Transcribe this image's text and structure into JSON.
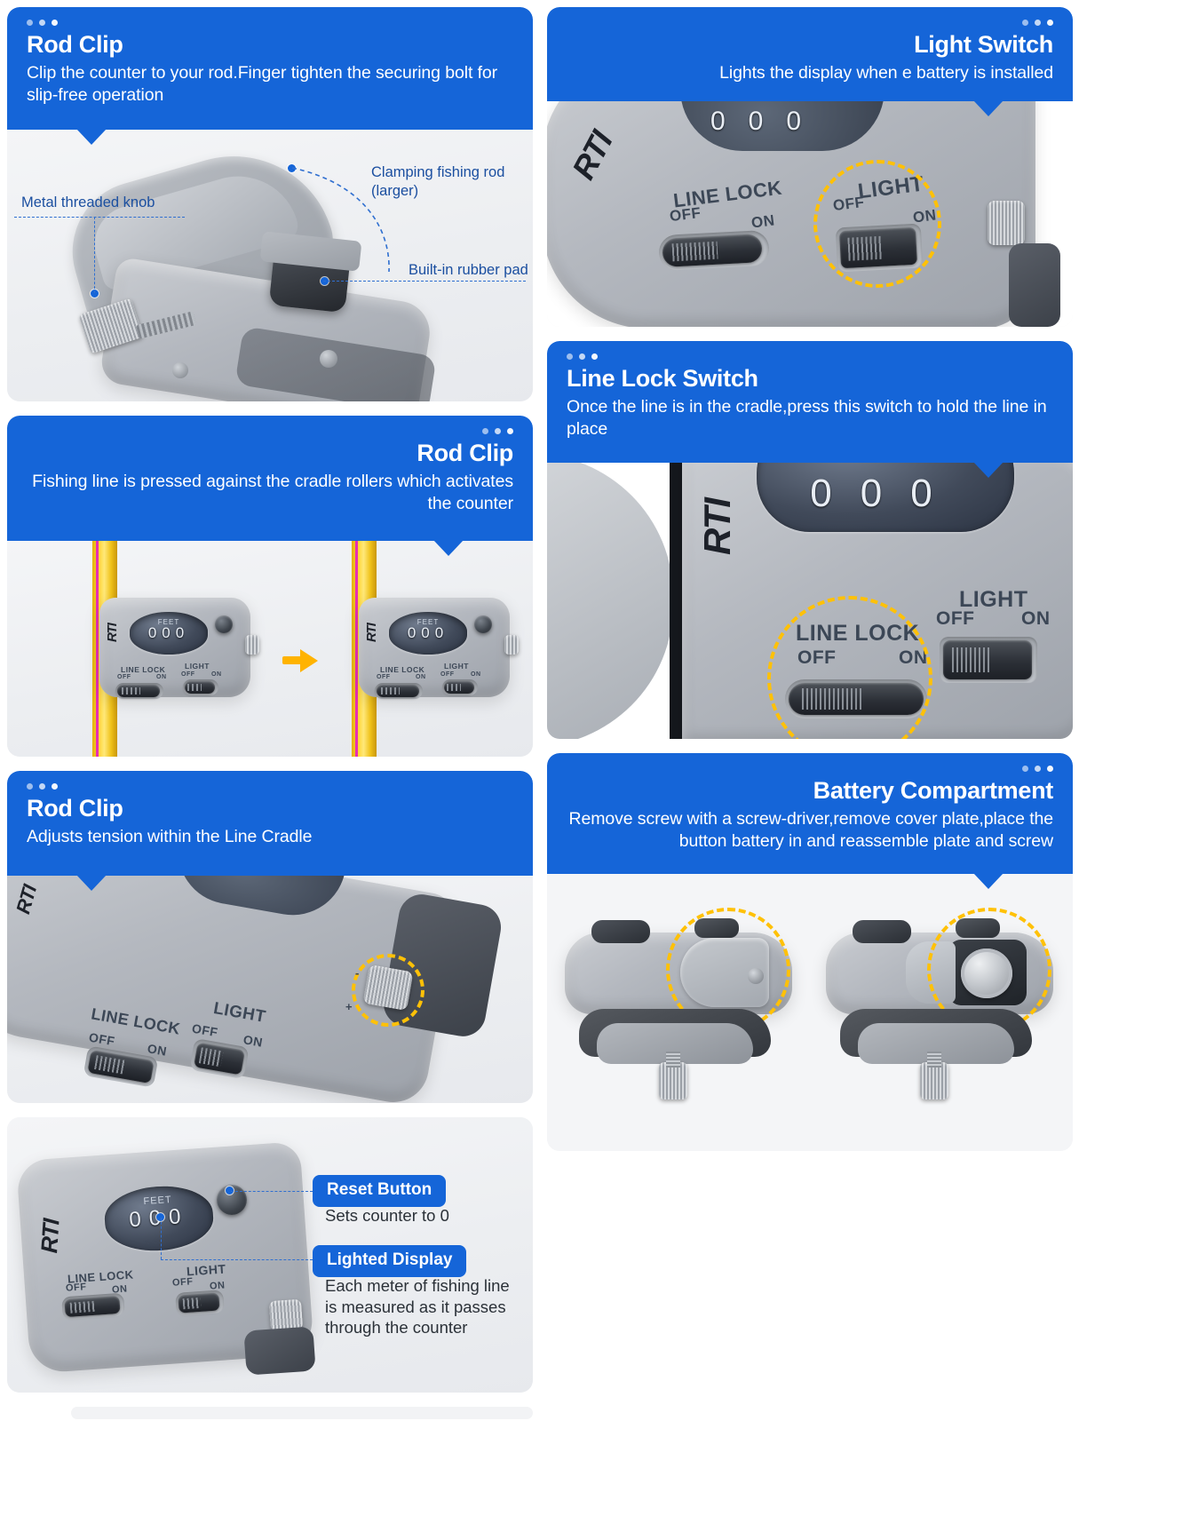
{
  "panels": {
    "rod_clip_1": {
      "title": "Rod Clip",
      "desc": "Clip the counter to your rod.Finger tighten the securing bolt for slip-free operation",
      "callouts": {
        "knob": "Metal threaded knob",
        "clamp": "Clamping fishing rod\n(larger)",
        "pad": "Built-in rubber pad"
      }
    },
    "light_switch": {
      "title": "Light Switch",
      "desc": "Lights the display when e battery is installed",
      "device_labels": {
        "line_lock": "LINE LOCK",
        "line_lock_off": "OFF",
        "line_lock_on": "ON",
        "light": "LIGHT",
        "light_off": "OFF",
        "light_on": "ON"
      }
    },
    "rod_clip_2": {
      "title": "Rod Clip",
      "desc": "Fishing line is pressed against the cradle rollers which activates the counter",
      "device_labels": {
        "feet": "FEET",
        "digits": "000",
        "line_lock": "LINE LOCK",
        "off": "OFF",
        "on": "ON",
        "light": "LIGHT",
        "rti": "RTI"
      }
    },
    "line_lock_switch": {
      "title": "Line Lock Switch",
      "desc": "Once the line is in the cradle,press this switch to hold the line in place",
      "device_labels": {
        "digits": "000",
        "rti": "RTI",
        "line_lock": "LINE LOCK",
        "line_lock_off": "OFF",
        "line_lock_on": "ON",
        "light": "LIGHT",
        "light_off": "OFF",
        "light_on": "ON"
      }
    },
    "rod_clip_3": {
      "title": "Rod Clip",
      "desc": "Adjusts tension within the Line Cradle",
      "device_labels": {
        "line_lock": "LINE LOCK",
        "line_lock_off": "OFF",
        "line_lock_on": "ON",
        "light": "LIGHT",
        "light_off": "OFF",
        "light_on": "ON",
        "plus": "+",
        "minus": "-"
      }
    },
    "battery_compartment": {
      "title": "Battery Compartment",
      "desc": "Remove screw with a screw-driver,remove cover plate,place the button battery in and reassemble plate and screw"
    },
    "display_detail": {
      "device_labels": {
        "feet": "FEET",
        "digits": "000",
        "rti": "RTI",
        "line_lock": "LINE LOCK",
        "off": "OFF",
        "on": "ON",
        "light": "LIGHT"
      },
      "reset": {
        "badge": "Reset Button",
        "sub": "Sets counter to 0"
      },
      "lighted": {
        "badge": "Lighted Display",
        "sub": "Each meter of fishing line\nis measured as it passes\nthrough the counter"
      }
    }
  },
  "colors": {
    "brand_blue": "#1565d8",
    "highlight_yellow": "#ffc107",
    "photo_bg": "#f2f3f5",
    "callout_blue": "#1b4fa0"
  }
}
